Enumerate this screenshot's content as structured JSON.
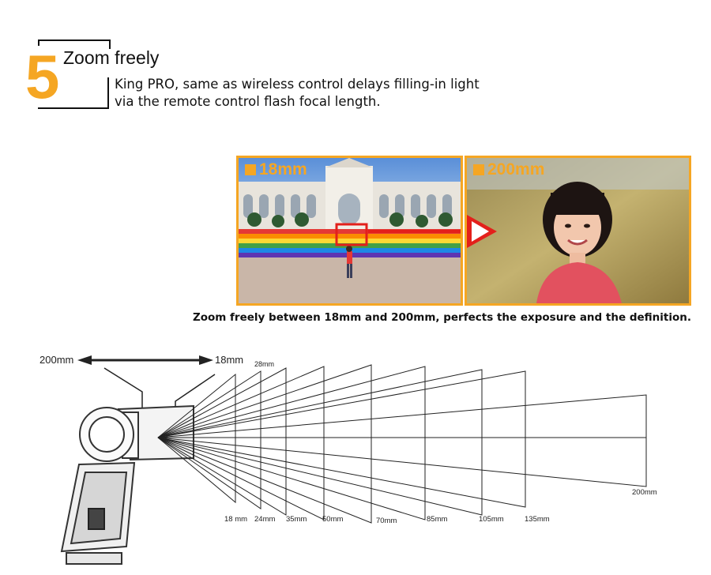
{
  "section": {
    "number": "5",
    "title": "Zoom freely",
    "description_line1": "King PRO, same as wireless control delays filling-in light",
    "description_line2": "via the remote control flash focal length."
  },
  "photos": {
    "left_tag": "18mm",
    "right_tag": "200mm"
  },
  "caption": "Zoom freely between 18mm and 200mm, perfects the exposure and the definition.",
  "diagram": {
    "top_left_label": "200mm",
    "top_right_label": "18mm",
    "top_small_label": "28mm",
    "bottom_labels": [
      "18 mm",
      "24mm",
      "35mm",
      "50mm",
      "70mm",
      "85mm",
      "105mm",
      "135mm"
    ],
    "far_label": "200mm"
  },
  "colors": {
    "accent": "#f5a623",
    "arrow_red": "#e3201b"
  }
}
